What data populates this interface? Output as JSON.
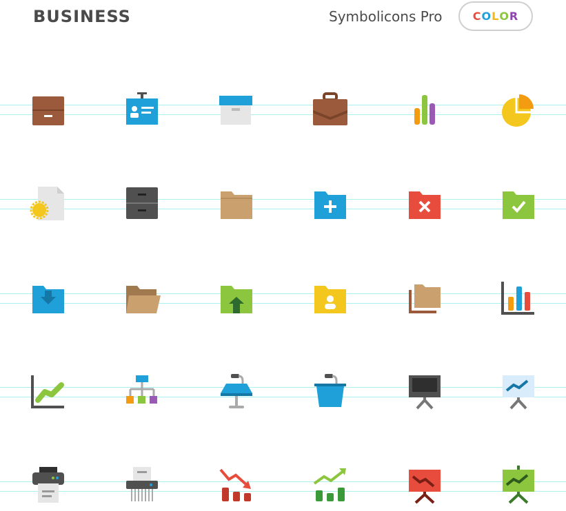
{
  "header": {
    "title": "BUSINESS",
    "brand": "Symbolicons Pro",
    "pill_label": [
      "C",
      "O",
      "L",
      "O",
      "R"
    ],
    "pill_colors": [
      "#e84c3d",
      "#1fa0d8",
      "#f3b71d",
      "#8cc63f",
      "#8e44ad"
    ]
  },
  "icons": [
    "archive-box-icon",
    "id-badge-icon",
    "storage-box-icon",
    "briefcase-icon",
    "bar-chart-icon",
    "pie-chart-icon",
    "certificate-document-icon",
    "filing-cabinet-icon",
    "folder-icon",
    "folder-add-icon",
    "folder-remove-icon",
    "folder-check-icon",
    "folder-download-icon",
    "folder-open-icon",
    "folder-upload-icon",
    "folder-user-icon",
    "folders-stack-icon",
    "bar-chart-axes-icon",
    "line-chart-axes-icon",
    "org-chart-icon",
    "podium-microphone-icon",
    "lectern-microphone-icon",
    "presentation-board-icon",
    "presentation-trend-icon",
    "printer-icon",
    "paper-shredder-icon",
    "bar-chart-decline-icon",
    "bar-chart-growth-icon",
    "presentation-decline-icon",
    "presentation-growth-icon"
  ],
  "colors": {
    "brown": "#9a5a3b",
    "tan": "#c9a06e",
    "blue": "#1fa0d8",
    "gray": "#e6e6e6",
    "dark": "#505050",
    "red": "#e84c3d",
    "green": "#8cc63f",
    "yellow": "#f3c71d",
    "orange": "#f39c12",
    "purple": "#9b59b6",
    "guide": "#a9f0ee"
  }
}
